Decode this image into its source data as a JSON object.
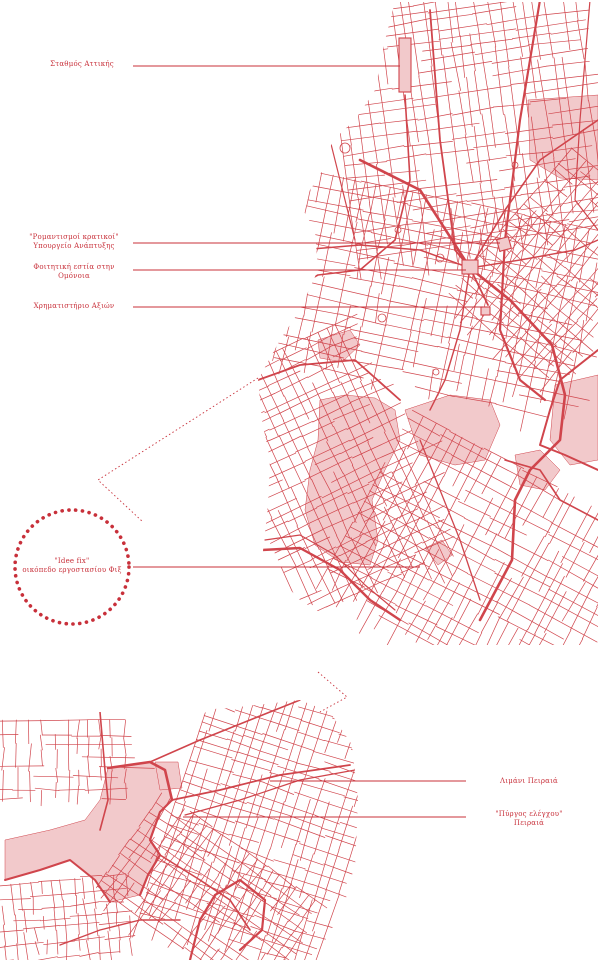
{
  "colors": {
    "accent": "#c8303a",
    "road": "#d0454c",
    "fill": "#f2c9cb",
    "background": "#ffffff"
  },
  "athens_labels": {
    "stathmos": "Σταθμός Αττικής",
    "romantismoi_line1": "\"Ρομαντισμοί κρατικοί\"",
    "romantismoi_line2": "Υπουργείο Ανάπτυξης",
    "foititiki_line1": "Φοιτητική εστία στην",
    "foititiki_line2": "Ομόνοια",
    "xrimatistirio": "Χρηματιστήριο Αξιών",
    "idee_line1": "\"Idee fix\"",
    "idee_line2": "οικόπεδο εργοστασίου Φιξ"
  },
  "piraeus_labels": {
    "limani": "Λιμάνι Πειραιά",
    "pyrgos_line1": "\"Πύργος ελέγχου\"",
    "pyrgos_line2": "Πειραιά"
  }
}
